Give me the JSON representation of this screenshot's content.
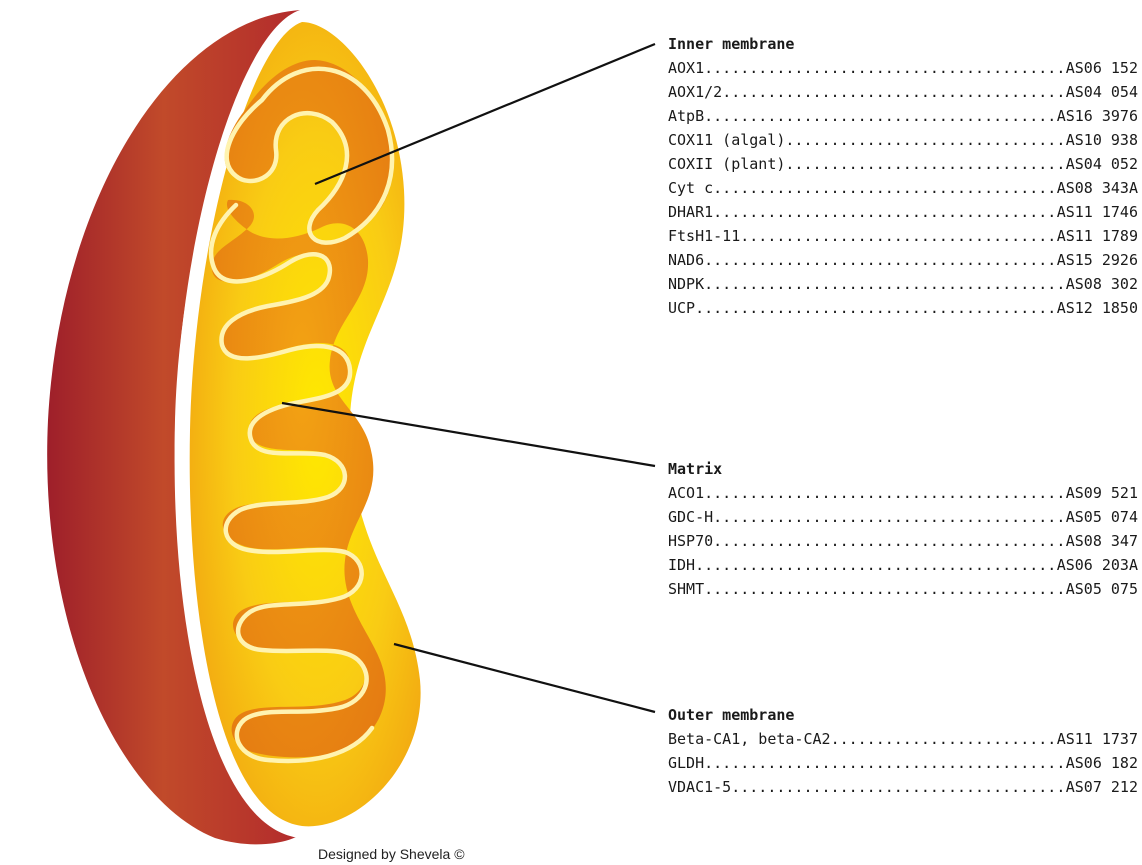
{
  "sections": {
    "inner": {
      "title": "Inner membrane",
      "entries": [
        {
          "name": "AOX1",
          "code": "AS06 152"
        },
        {
          "name": "AOX1/2",
          "code": "AS04 054"
        },
        {
          "name": "AtpB",
          "code": "AS16 3976"
        },
        {
          "name": "COX11 (algal)",
          "code": "AS10 938"
        },
        {
          "name": "COXII (plant)",
          "code": "AS04 052"
        },
        {
          "name": "Cyt c",
          "code": "AS08 343A"
        },
        {
          "name": "DHAR1",
          "code": "AS11 1746"
        },
        {
          "name": "FtsH1-11",
          "code": "AS11 1789"
        },
        {
          "name": "NAD6",
          "code": "AS15 2926"
        },
        {
          "name": "NDPK",
          "code": "AS08 302"
        },
        {
          "name": "UCP",
          "code": "AS12 1850"
        }
      ]
    },
    "matrix": {
      "title": "Matrix",
      "entries": [
        {
          "name": "ACO1",
          "code": "AS09 521"
        },
        {
          "name": "GDC-H",
          "code": "AS05 074"
        },
        {
          "name": "HSP70",
          "code": "AS08 347"
        },
        {
          "name": "IDH",
          "code": "AS06 203A"
        },
        {
          "name": "SHMT",
          "code": "AS05 075"
        }
      ]
    },
    "outer": {
      "title": "Outer membrane",
      "entries": [
        {
          "name": "Beta-CA1, beta-CA2",
          "code": "AS11 1737"
        },
        {
          "name": "GLDH",
          "code": "AS06 182"
        },
        {
          "name": "VDAC1-5",
          "code": "AS07 212"
        }
      ]
    }
  },
  "credit": "Designed by Shevela ©",
  "colors": {
    "outer_membrane": "#b5302f",
    "intermembrane": "#f7c21b",
    "matrix": "#eb8a12",
    "membrane_line": "#fff3b0",
    "leader_line": "#111111"
  }
}
